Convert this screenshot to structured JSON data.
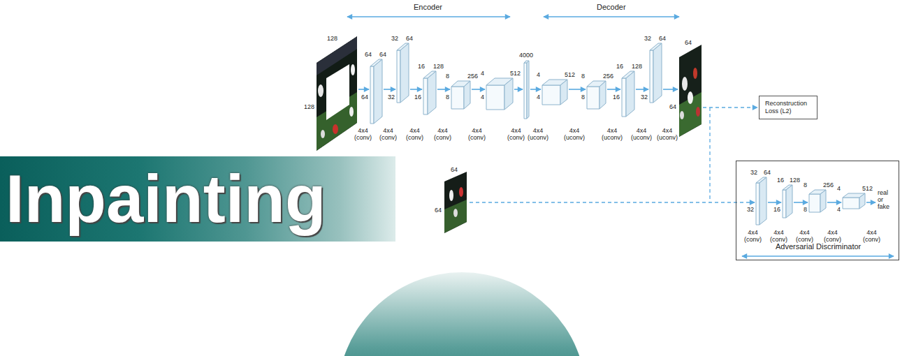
{
  "diagram": {
    "nodes": [
      {
        "text": [
          "Inpainting"
        ]
      },
      {
        "text": [
          "Reconstruction Loss (L2)"
        ]
      },
      {
        "text": [
          "real or fake",
          "Adversarial Discriminator"
        ]
      }
    ],
    "labels": [
      "Encoder",
      "Decoder",
      "128",
      "128",
      "64",
      "64",
      "64",
      "4x4 (conv)",
      "32",
      "64",
      "32",
      "4x4 (conv)",
      "16",
      "128",
      "16",
      "4x4 (conv)",
      "8",
      "256",
      "8",
      "4x4 (conv)",
      "4",
      "512",
      "4",
      "4x4 (conv)",
      "4000",
      "4x4 (conv)",
      "4x4 (uconv)",
      "4",
      "512",
      "4",
      "8",
      "256",
      "8",
      "4x4 (uconv)",
      "16",
      "128",
      "16",
      "4x4 (uconv)",
      "32",
      "64",
      "32",
      "4x4 (uconv)",
      "4x4 (uconv)",
      "64",
      "64",
      "64",
      "64",
      "32",
      "64",
      "32",
      "4x4 (conv)",
      "16",
      "128",
      "16",
      "4x4 (conv)",
      "8",
      "256",
      "8",
      "4x4 (conv)",
      "4",
      "512",
      "4",
      "4x4 (conv)",
      "4x4 (conv)"
    ]
  }
}
